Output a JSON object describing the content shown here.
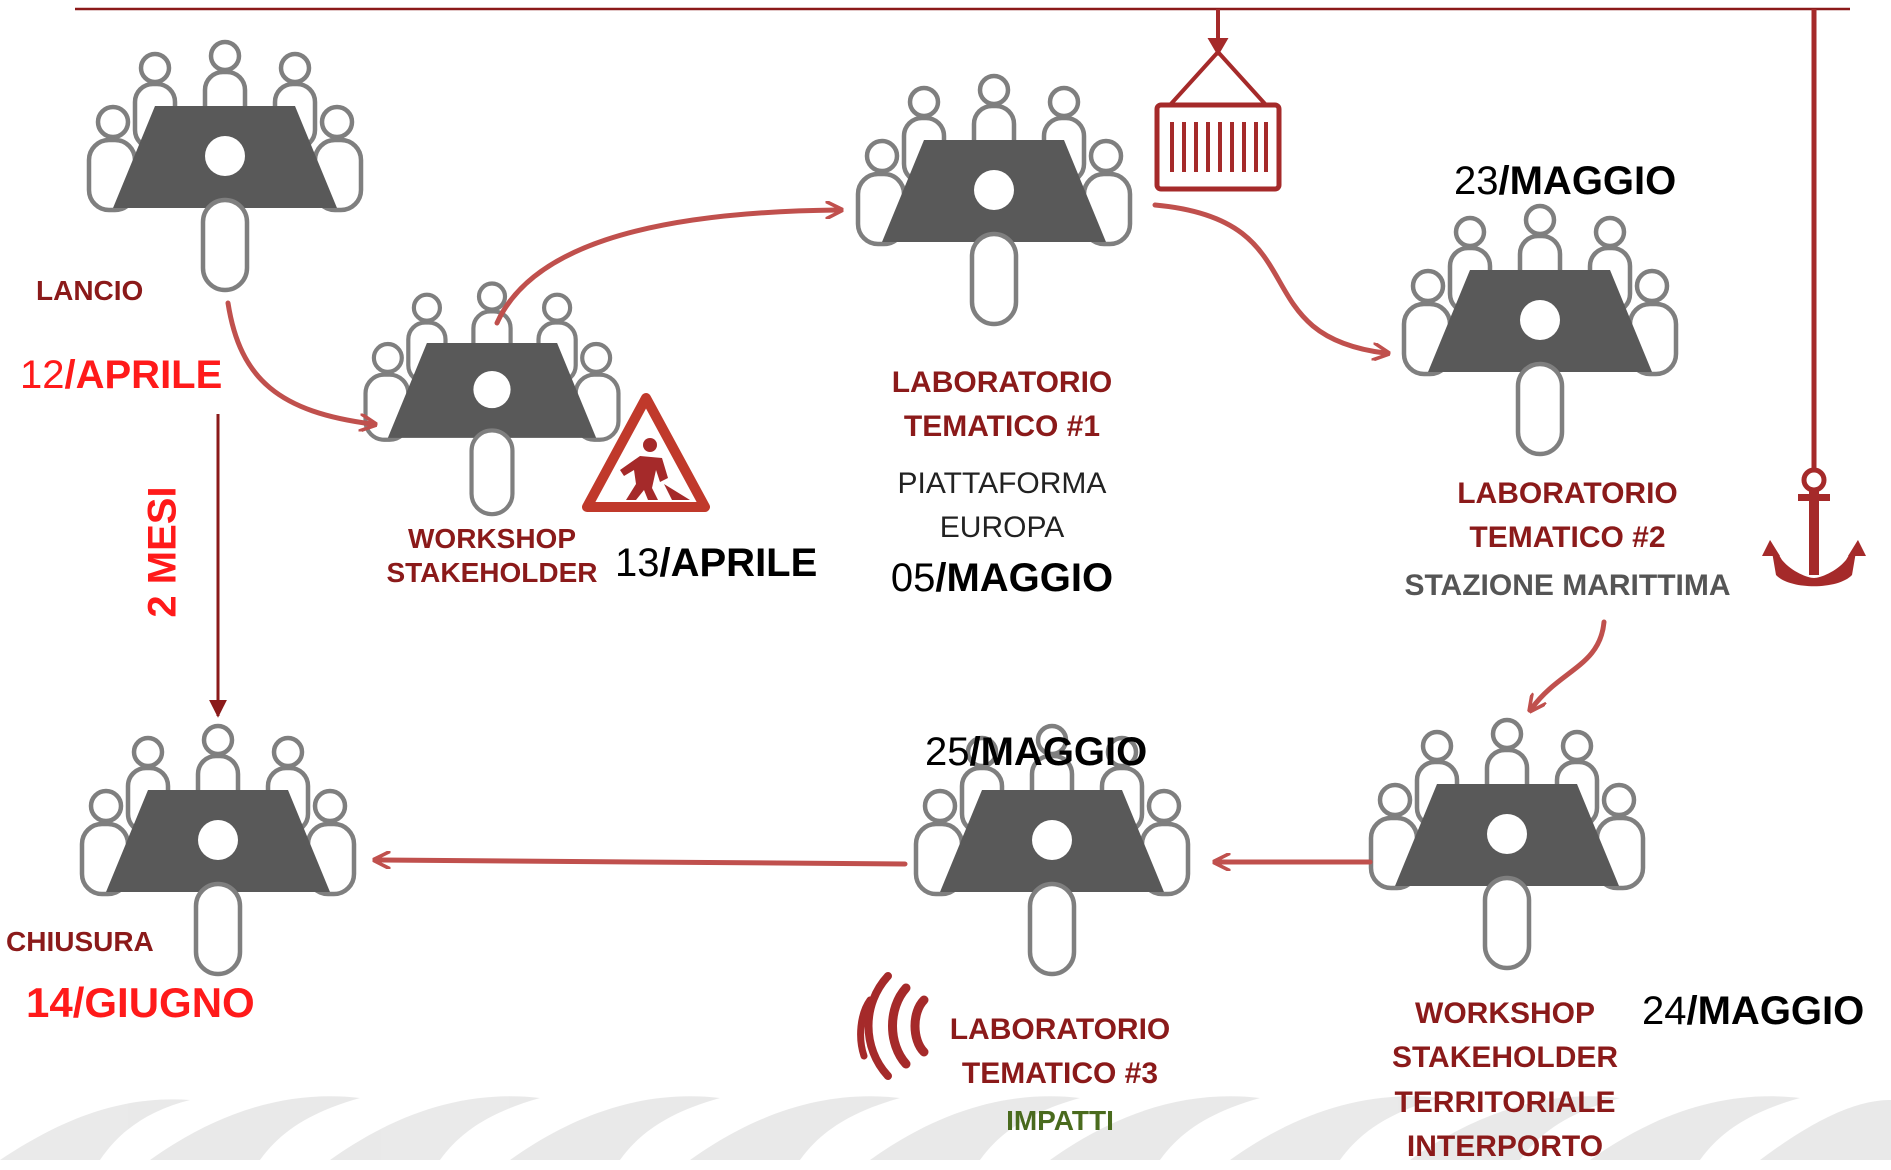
{
  "colors": {
    "arrow": "#c0504d",
    "dark_red": "#8b1a1a",
    "bright_red": "#ff1a1a",
    "icon_gray": "#595959",
    "stroke_gray": "#7f7f7f",
    "green": "#4a6b1e"
  },
  "icons": [
    "meeting-table-icon",
    "worker-sign-icon",
    "container-crane-icon",
    "anchor-icon",
    "sound-wave-icon",
    "waves-icon"
  ],
  "events": {
    "lancio": {
      "label": "LANCIO",
      "date_num": "12",
      "date_month": "/APRILE"
    },
    "workshop1": {
      "line1": "WORKSHOP",
      "line2": "STAKEHOLDER",
      "date_num": "13",
      "date_month": "/APRILE"
    },
    "lab1": {
      "line1": "LABORATORIO",
      "line2": "TEMATICO #1",
      "sub1": "PIATTAFORMA",
      "sub2": "EUROPA",
      "date_num": "05",
      "date_month": "/MAGGIO"
    },
    "lab2": {
      "line1": "LABORATORIO",
      "line2": "TEMATICO #2",
      "sub1": "STAZIONE MARITTIMA",
      "date_num": "23",
      "date_month": "/MAGGIO"
    },
    "workshop2": {
      "line1": "WORKSHOP",
      "line2": "STAKEHOLDER",
      "line3": "TERRITORIALE",
      "line4": "INTERPORTO",
      "date_num": "24",
      "date_month": "/MAGGIO"
    },
    "lab3": {
      "line1": "LABORATORIO",
      "line2": "TEMATICO #3",
      "sub1": "IMPATTI",
      "date_num": "25",
      "date_month": "/MAGGIO"
    },
    "chiusura": {
      "label": "CHIUSURA",
      "date": "14/GIUGNO"
    }
  },
  "duration": "2 MESI"
}
